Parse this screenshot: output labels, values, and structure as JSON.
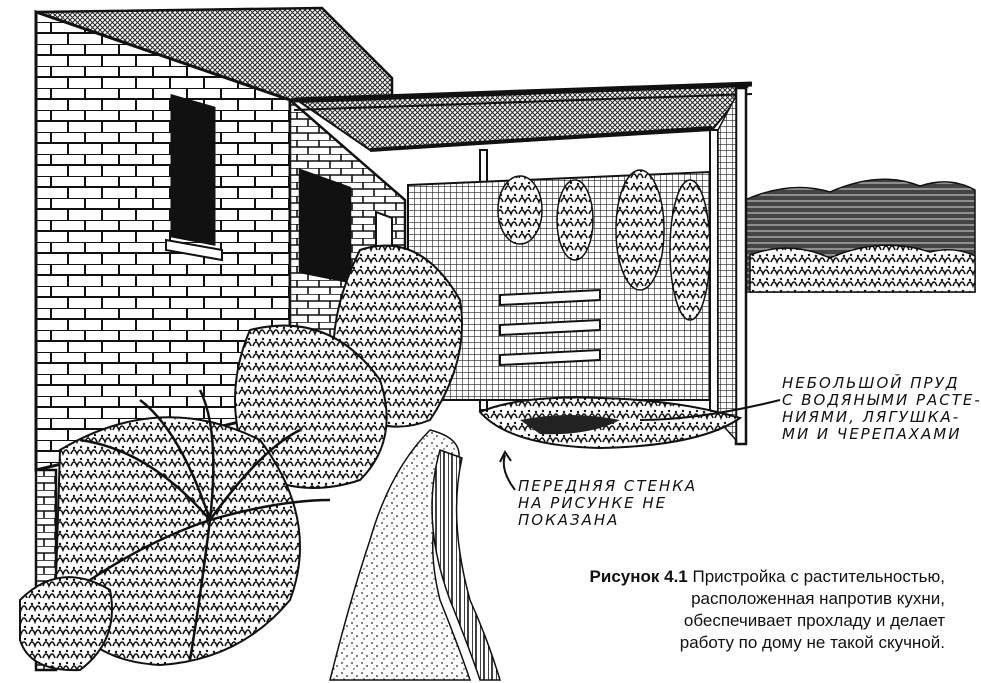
{
  "annotations": {
    "pond": [
      "НЕБОЛЬШОЙ ПРУД",
      "С ВОДЯНЫМИ РАСТЕ-",
      "НИЯМИ, ЛЯГУШКА-",
      "МИ И ЧЕРЕПАХАМИ"
    ],
    "front_wall": [
      "ПЕРЕДНЯЯ СТЕНКА",
      "НА РИСУНКЕ НЕ",
      "ПОКАЗАНА"
    ]
  },
  "caption": {
    "label": "Рисунок 4.1",
    "lines": [
      "Пристройка с растительностью,",
      "расположенная напротив кухни,",
      "обеспечивает прохладу и делает",
      "работу по дому не такой скучной."
    ]
  }
}
